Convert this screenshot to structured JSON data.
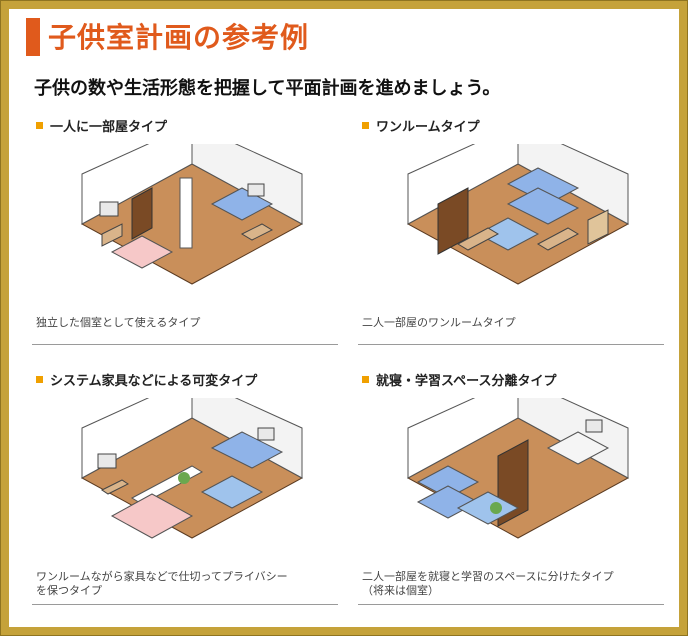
{
  "title": "子供室計画の参考例",
  "subtitle": "子供の数や生活形態を把握して平面計画を進めましょう。",
  "panels": [
    {
      "heading": "一人に一部屋タイプ",
      "caption": "独立した個室として使えるタイプ",
      "caption2": ""
    },
    {
      "heading": "ワンルームタイプ",
      "caption": "二人一部屋のワンルームタイプ",
      "caption2": ""
    },
    {
      "heading": "システム家具などによる可変タイプ",
      "caption": "ワンルームながら家具などで仕切ってプライバシー",
      "caption2": "を保つタイプ"
    },
    {
      "heading": "就寝・学習スペース分離タイプ",
      "caption": "二人一部屋を就寝と学習のスペースに分けたタイプ",
      "caption2": "（将来は個室）"
    }
  ],
  "colors": {
    "frame": "#c5a23a",
    "accent": "#e05a1c",
    "bullet": "#f0a000",
    "floor": "#c98f5a",
    "wall": "#ffffff",
    "bed_blue": "#8fb3e8",
    "bed_pink": "#f6c8c8"
  },
  "icons": [
    "room-illustration"
  ]
}
